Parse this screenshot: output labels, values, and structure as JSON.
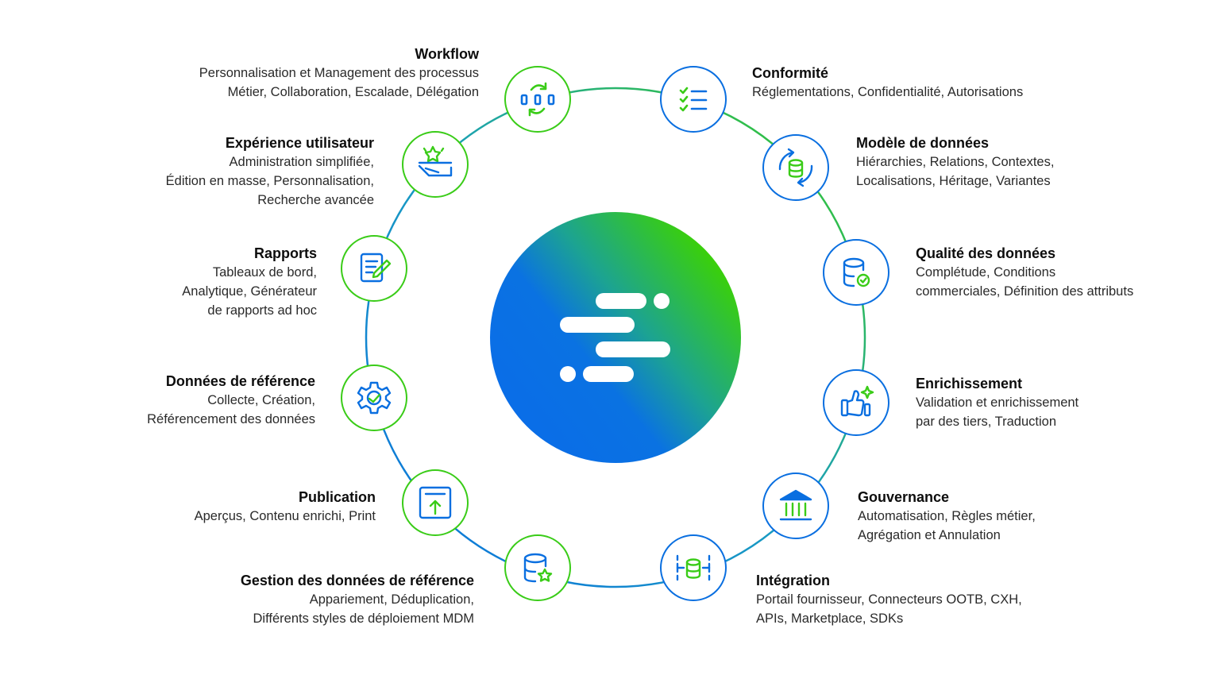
{
  "colors": {
    "blue": "#0a6fe0",
    "green": "#3acc18",
    "text": "#111111"
  },
  "center": {
    "icon": "brand-logo-icon"
  },
  "nodes": [
    {
      "id": "workflow",
      "icon": "workflow-cycle-icon",
      "title": "Workflow",
      "lines": [
        "Personnalisation et Management des processus",
        "Métier, Collaboration, Escalade, Délégation"
      ]
    },
    {
      "id": "experience",
      "icon": "star-hand-icon",
      "title": "Expérience utilisateur",
      "lines": [
        "Administration simplifiée,",
        "Édition en masse, Personnalisation,",
        "Recherche avancée"
      ]
    },
    {
      "id": "rapports",
      "icon": "report-edit-icon",
      "title": "Rapports",
      "lines": [
        "Tableaux de bord,",
        "Analytique, Générateur",
        "de rapports ad hoc"
      ]
    },
    {
      "id": "donnees-reference",
      "icon": "gear-check-icon",
      "title": "Données de référence",
      "lines": [
        "Collecte, Création,",
        "Référencement des données"
      ]
    },
    {
      "id": "publication",
      "icon": "publish-upload-icon",
      "title": "Publication",
      "lines": [
        "Aperçus, Contenu enrichi, Print"
      ]
    },
    {
      "id": "gestion-donnees",
      "icon": "database-star-icon",
      "title": "Gestion des données de référence",
      "lines": [
        "Appariement, Déduplication,",
        "Différents styles de déploiement MDM"
      ]
    },
    {
      "id": "conformite",
      "icon": "checklist-icon",
      "title": "Conformité",
      "lines": [
        "Réglementations, Confidentialité, Autorisations"
      ]
    },
    {
      "id": "modele",
      "icon": "database-sync-icon",
      "title": "Modèle de données",
      "lines": [
        "Hiérarchies, Relations, Contextes,",
        "Localisations, Héritage, Variantes"
      ]
    },
    {
      "id": "qualite",
      "icon": "database-check-icon",
      "title": "Qualité des données",
      "lines": [
        "Complétude, Conditions",
        "commerciales, Définition des attributs"
      ]
    },
    {
      "id": "enrichissement",
      "icon": "thumbs-up-sparkle-icon",
      "title": "Enrichissement",
      "lines": [
        "Validation et enrichissement",
        "par des tiers, Traduction"
      ]
    },
    {
      "id": "gouvernance",
      "icon": "institution-icon",
      "title": "Gouvernance",
      "lines": [
        "Automatisation, Règles métier,",
        "Agrégation et Annulation"
      ]
    },
    {
      "id": "integration",
      "icon": "database-connect-icon",
      "title": "Intégration",
      "lines": [
        "Portail fournisseur, Connecteurs OOTB, CXH,",
        "APIs, Marketplace, SDKs"
      ]
    }
  ]
}
